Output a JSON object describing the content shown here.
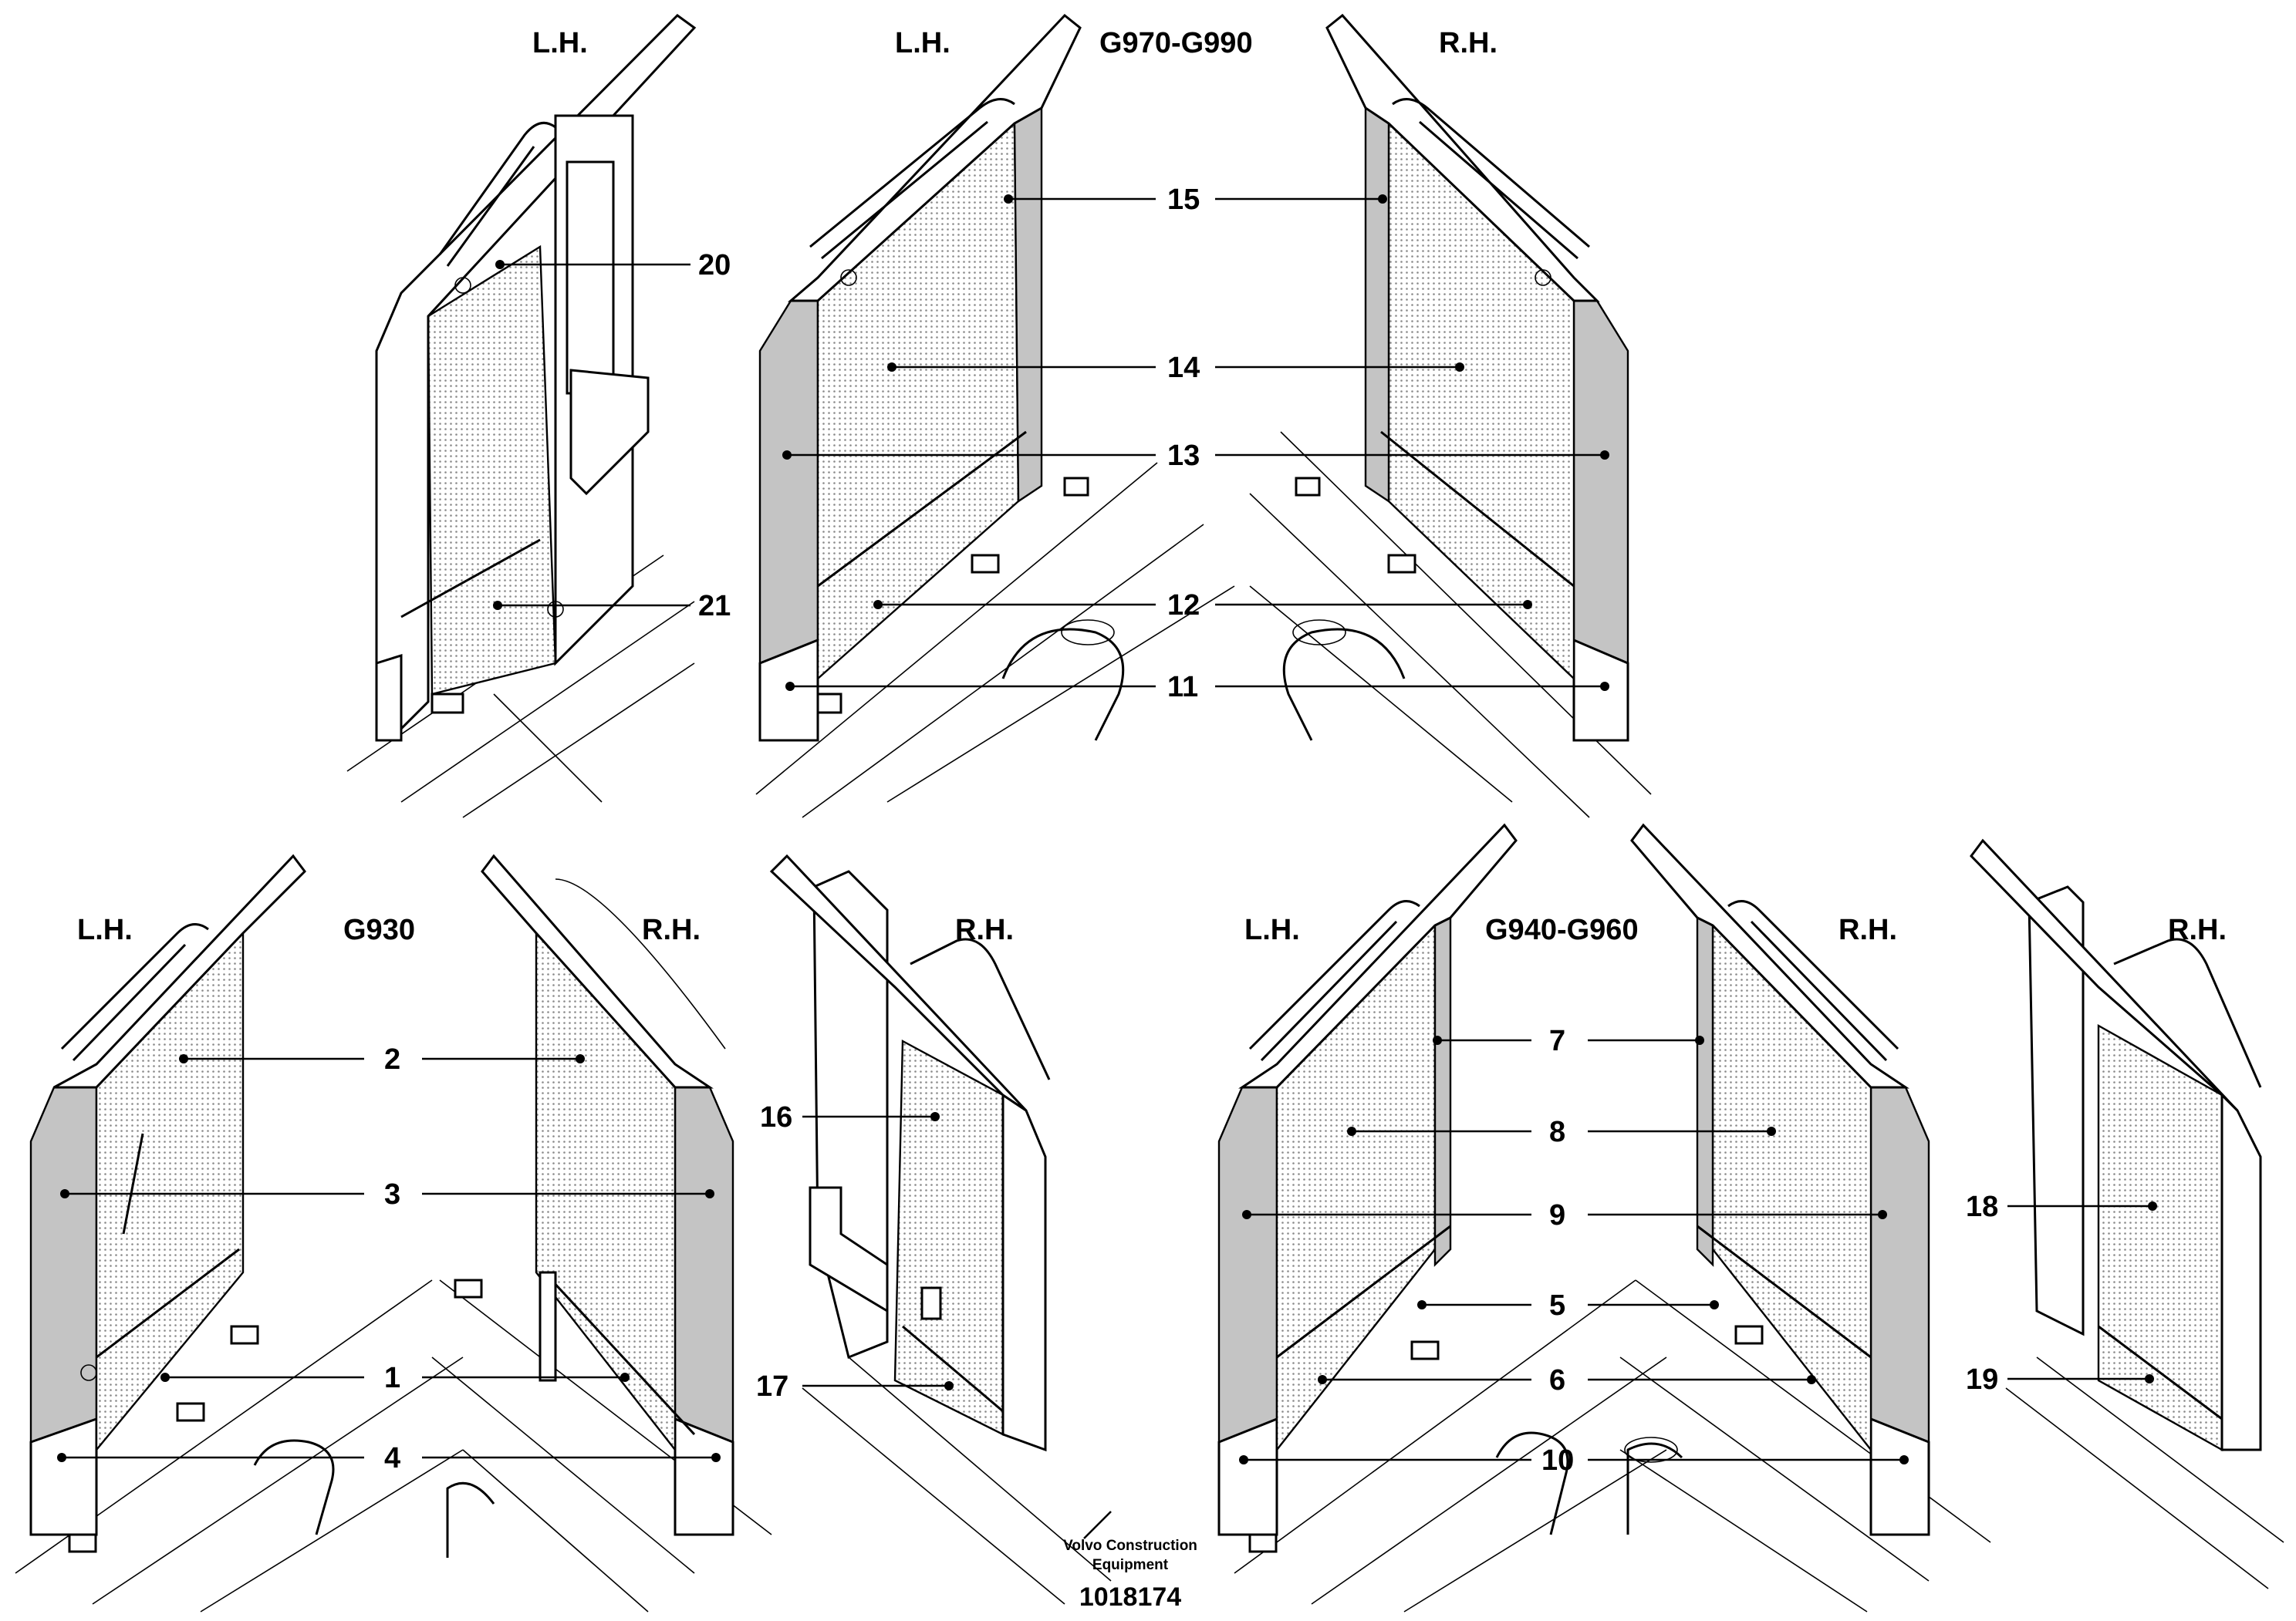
{
  "headers": {
    "top_lh_left": "L.H.",
    "top_lh_mid": "L.H.",
    "top_model": "G970-G990",
    "top_rh": "R.H.",
    "g930_lh": "L.H.",
    "g930_model": "G930",
    "g930_rh": "R.H.",
    "g930_rh_alt": "R.H.",
    "g940_lh": "L.H.",
    "g940_model": "G940-G960",
    "g940_rh": "R.H.",
    "g940_rh_alt": "R.H."
  },
  "callouts": {
    "c1": "1",
    "c2": "2",
    "c3": "3",
    "c4": "4",
    "c5": "5",
    "c6": "6",
    "c7": "7",
    "c8": "8",
    "c9": "9",
    "c10": "10",
    "c11": "11",
    "c12": "12",
    "c13": "13",
    "c14": "14",
    "c15": "15",
    "c16": "16",
    "c17": "17",
    "c18": "18",
    "c19": "19",
    "c20": "20",
    "c21": "21"
  },
  "caption": {
    "line1": "Volvo Construction",
    "line2": "Equipment",
    "figure_number": "1018174"
  }
}
